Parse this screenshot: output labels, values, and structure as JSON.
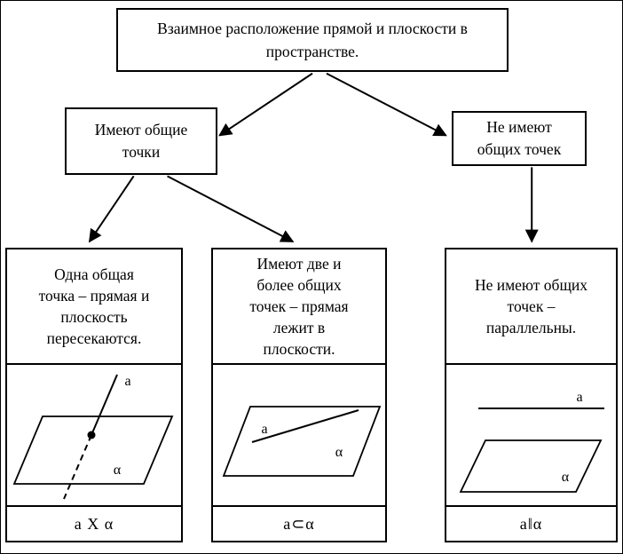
{
  "title": "Взаимное расположение прямой и плоскости в\nпространстве.",
  "branches": {
    "left": "Имеют общие\nточки",
    "right": "Не имеют\nобщих точек"
  },
  "cases": [
    {
      "description": "Одна общая\nточка – прямая и\nплоскость\nпересекаются.",
      "line_label": "а",
      "plane_label": "α",
      "notation": "а Х α"
    },
    {
      "description": "Имеют две и\nболее общих\nточек – прямая\nлежит в\nплоскости.",
      "line_label": "а",
      "plane_label": "α",
      "notation": "а⊂α"
    },
    {
      "description": "Не имеют общих\nточек –\nпараллельны.",
      "line_label": "а",
      "plane_label": "α",
      "notation": "a‖α"
    }
  ]
}
